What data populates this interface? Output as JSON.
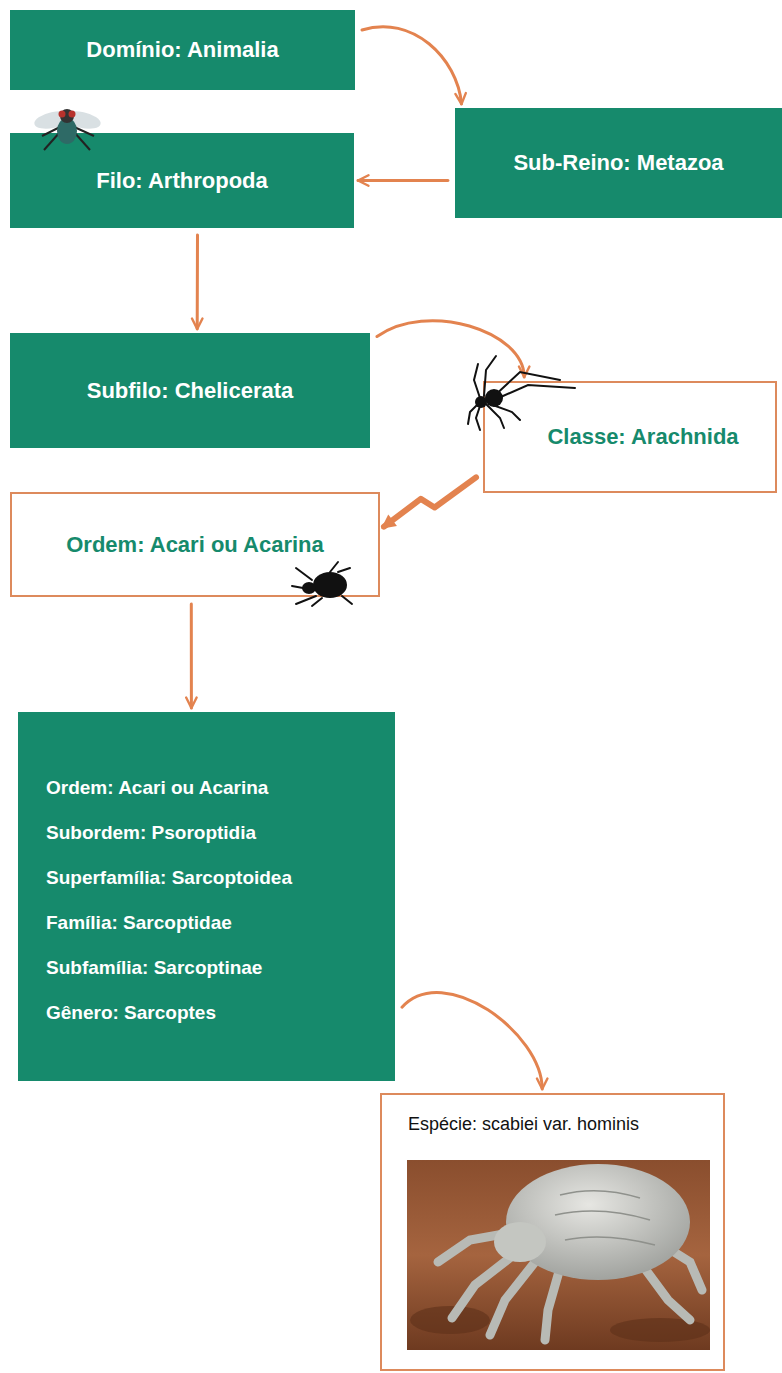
{
  "diagram": {
    "nodes": [
      {
        "text": [
          "Domínio: Animalia"
        ]
      },
      {
        "text": [
          "Sub-Reino: Metazoa"
        ]
      },
      {
        "text": [
          "Filo: Arthropoda"
        ]
      },
      {
        "text": [
          "Subfilo: Chelicerata"
        ]
      },
      {
        "text": [
          "Classe: Arachnida"
        ]
      },
      {
        "text": [
          "Ordem: Acari ou Acarina"
        ]
      },
      {
        "text": [
          "Ordem: Acari ou Acarina",
          "Subordem: Psoroptidia",
          "Superfamília: Sarcoptoidea",
          "Família: Sarcoptidae",
          "Subfamília: Sarcoptinae",
          "Gênero: Sarcoptes"
        ]
      },
      {
        "text": [
          "Espécie: scabiei var. hominis"
        ]
      }
    ],
    "edges": [
      {
        "from": 0,
        "to": 1,
        "arrow": "to"
      },
      {
        "from": 1,
        "to": 2,
        "arrow": "to"
      },
      {
        "from": 2,
        "to": 3,
        "arrow": "to"
      },
      {
        "from": 3,
        "to": 4,
        "arrow": "to"
      },
      {
        "from": 4,
        "to": 5,
        "arrow": "to"
      },
      {
        "from": 5,
        "to": 6,
        "arrow": "to"
      },
      {
        "from": 6,
        "to": 7,
        "arrow": "to"
      }
    ]
  }
}
